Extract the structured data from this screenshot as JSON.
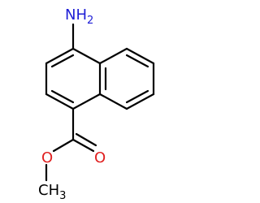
{
  "molecule": {
    "colors": {
      "bond": "#000000",
      "nitrogen": "#1f1fd6",
      "oxygen": "#e02020",
      "carbon": "#000000"
    },
    "labels": {
      "amine": {
        "main": "NH",
        "sub": "2"
      },
      "carbonyl_oxygen": {
        "main": "O"
      },
      "ester_oxygen": {
        "main": "O"
      },
      "methyl": {
        "main": "CH",
        "sub": "3"
      }
    }
  }
}
